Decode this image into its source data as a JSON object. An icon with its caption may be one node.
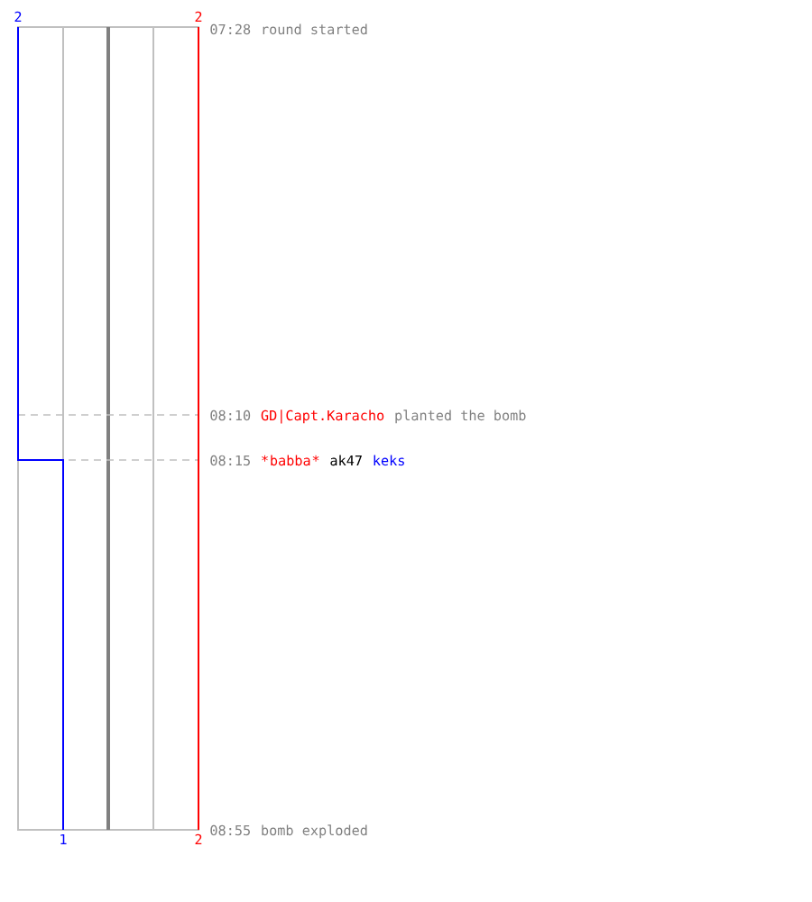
{
  "diagram": {
    "labels": [
      "2",
      "2",
      "07:28",
      "round started",
      "08:10",
      "GD|Capt.Karacho",
      "planted the bomb",
      "08:15",
      "*",
      "babba",
      "*",
      "ak47",
      "keks",
      "1",
      "2",
      "08:55",
      "bomb exploded"
    ]
  }
}
